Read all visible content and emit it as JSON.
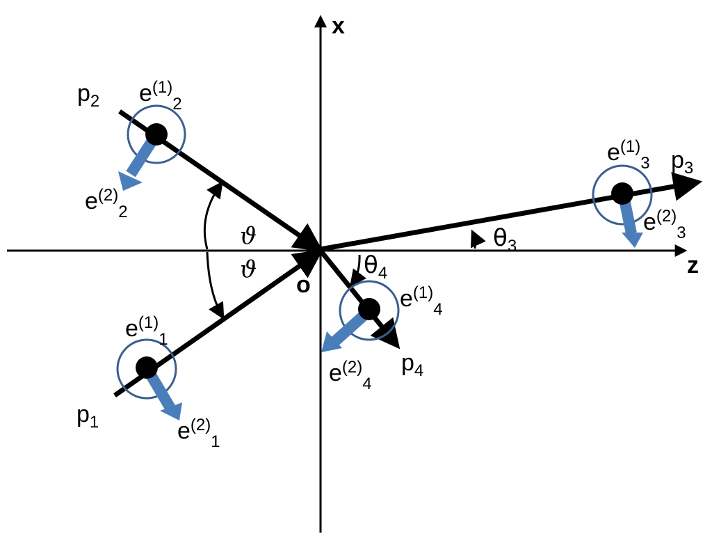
{
  "axes": {
    "x_label": "x",
    "z_label": "z",
    "origin_label": "o"
  },
  "particles": {
    "p1": {
      "label": "p",
      "sub": "1"
    },
    "p2": {
      "label": "p",
      "sub": "2"
    },
    "p3": {
      "label": "p",
      "sub": "3"
    },
    "p4": {
      "label": "p",
      "sub": "4"
    }
  },
  "polarizations": {
    "e1_1": {
      "base": "e",
      "sup": "(1)",
      "sub": "1"
    },
    "e2_1": {
      "base": "e",
      "sup": "(2)",
      "sub": "1"
    },
    "e1_2": {
      "base": "e",
      "sup": "(1)",
      "sub": "2"
    },
    "e2_2": {
      "base": "e",
      "sup": "(2)",
      "sub": "2"
    },
    "e1_3": {
      "base": "e",
      "sup": "(1)",
      "sub": "3"
    },
    "e2_3": {
      "base": "e",
      "sup": "(2)",
      "sub": "3"
    },
    "e1_4": {
      "base": "e",
      "sup": "(1)",
      "sub": "4"
    },
    "e2_4": {
      "base": "e",
      "sup": "(2)",
      "sub": "4"
    }
  },
  "angles": {
    "vartheta_upper": "ϑ",
    "vartheta_lower": "ϑ",
    "theta3": {
      "symbol": "θ",
      "sub": "3"
    },
    "theta4": {
      "symbol": "θ",
      "sub": "4"
    }
  },
  "colors": {
    "line": "#000000",
    "polarization_arrow": "#4a7ebb",
    "circle": "#3b5f8f",
    "dot": "#000000"
  }
}
